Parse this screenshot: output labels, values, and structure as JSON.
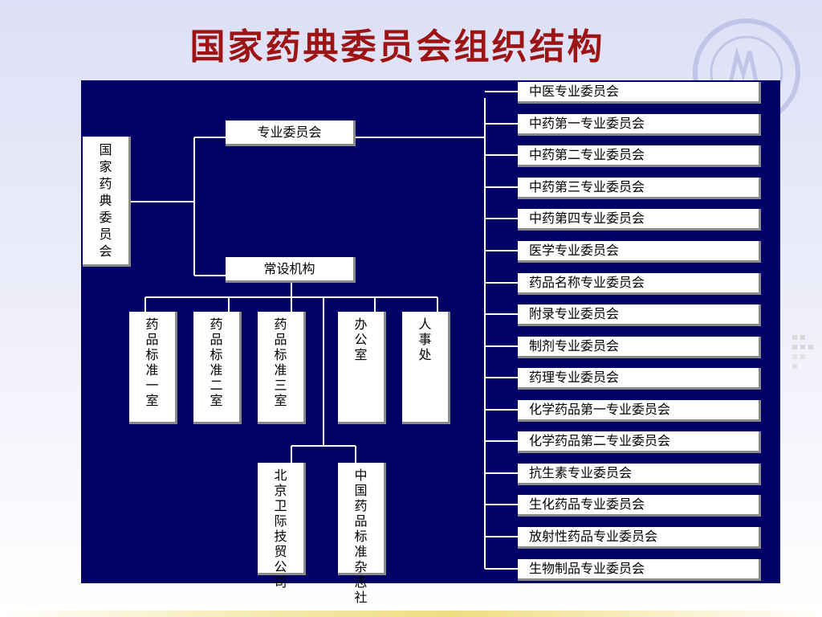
{
  "title": "国家药典委员会组织结构",
  "org": {
    "root": "国家药典委员会",
    "professional_committees": "专业委员会",
    "standing_body": "常设机构",
    "standing_units": [
      "药品标准一室",
      "药品标准二室",
      "药品标准三室",
      "办公室",
      "人事处"
    ],
    "affiliates": [
      "北京卫际技贸公司",
      "中国药品标准杂志社"
    ],
    "committees": [
      "中医专业委员会",
      "中药第一专业委员会",
      "中药第二专业委员会",
      "中药第三专业委员会",
      "中药第四专业委员会",
      "医学专业委员会",
      "药品名称专业委员会",
      "附录专业委员会",
      "制剂专业委员会",
      "药理专业委员会",
      "化学药品第一专业委员会",
      "化学药品第二专业委员会",
      "抗生素专业委员会",
      "生化药品专业委员会",
      "放射性药品专业委员会",
      "生物制品专业委员会"
    ]
  },
  "colors": {
    "title": "#9c1414",
    "panel_background": "#000066",
    "connector": "#ffffff",
    "box": "#ffffff"
  }
}
